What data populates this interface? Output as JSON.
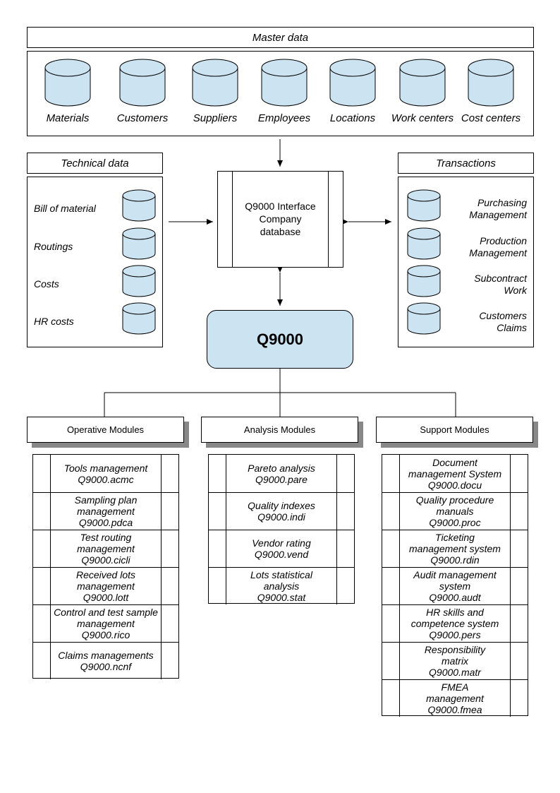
{
  "master": {
    "title": "Master data",
    "items": [
      "Materials",
      "Customers",
      "Suppliers",
      "Employees",
      "Locations",
      "Work centers",
      "Cost centers"
    ]
  },
  "technical": {
    "title": "Technical data",
    "items": [
      "Bill of material",
      "Routings",
      "Costs",
      "HR costs"
    ]
  },
  "transactions": {
    "title": "Transactions",
    "items": [
      {
        "l1": "Purchasing",
        "l2": "Management"
      },
      {
        "l1": "Production",
        "l2": "Management"
      },
      {
        "l1": "Subcontract",
        "l2": "Work"
      },
      {
        "l1": "Customers",
        "l2": "Claims"
      }
    ]
  },
  "interface": {
    "l1": "Q9000 Interface",
    "l2": "Company",
    "l3": "database"
  },
  "q9000": {
    "label": "Q9000"
  },
  "modules": {
    "operative": {
      "title": "Operative Modules",
      "rows": [
        [
          "Tools management",
          "Q9000.acmc"
        ],
        [
          "Sampling plan",
          "management",
          "Q9000.pdca"
        ],
        [
          "Test routing",
          "management",
          "Q9000.cicli"
        ],
        [
          "Received lots",
          "management",
          "Q9000.lott"
        ],
        [
          "Control and test sample",
          "management",
          "Q9000.rico"
        ],
        [
          "Claims managements",
          "Q9000.ncnf"
        ]
      ]
    },
    "analysis": {
      "title": "Analysis Modules",
      "rows": [
        [
          "Pareto analysis",
          "Q9000.pare"
        ],
        [
          "Quality indexes",
          "Q9000.indi"
        ],
        [
          "Vendor rating",
          "Q9000.vend"
        ],
        [
          "Lots statistical",
          "analysis",
          "Q9000.stat"
        ]
      ]
    },
    "support": {
      "title": "Support Modules",
      "rows": [
        [
          "Document",
          "management System",
          "Q9000.docu"
        ],
        [
          "Quality procedure",
          "manuals",
          "Q9000.proc"
        ],
        [
          "Ticketing",
          "management system",
          "Q9000.rdin"
        ],
        [
          "Audit management",
          "system",
          "Q9000.audt"
        ],
        [
          "HR skills and",
          "competence system",
          "Q9000.pers"
        ],
        [
          "Responsibility",
          "matrix",
          "Q9000.matr"
        ],
        [
          "FMEA",
          "management",
          "Q9000.fmea"
        ]
      ]
    }
  },
  "colors": {
    "cylinder_fill": "#cce4f2",
    "q9000_fill": "#cce4f2",
    "shadow": "#888888"
  }
}
